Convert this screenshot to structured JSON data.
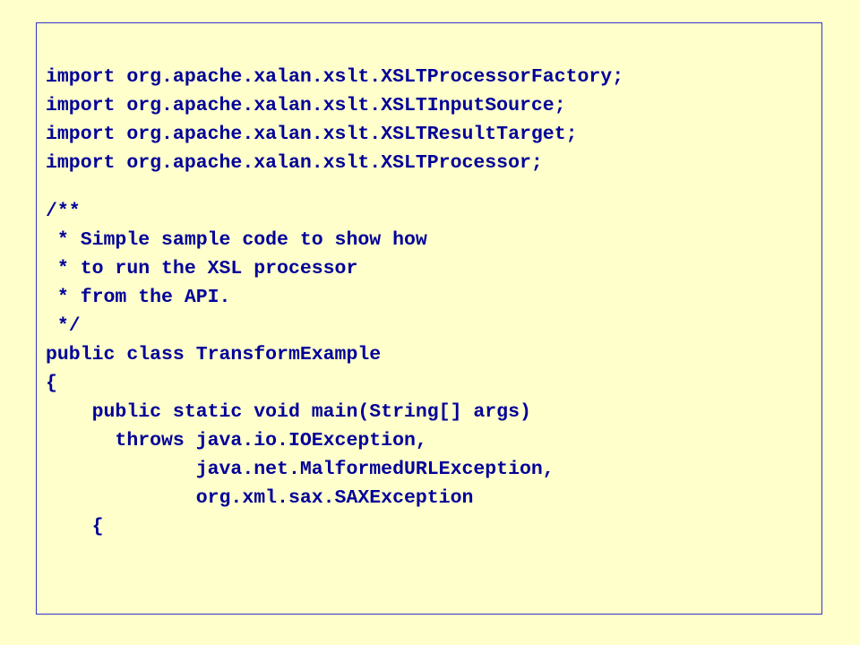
{
  "code": {
    "imports": [
      "import org.apache.xalan.xslt.XSLTProcessorFactory;",
      "import org.apache.xalan.xslt.XSLTInputSource;",
      "import org.apache.xalan.xslt.XSLTResultTarget;",
      "import org.apache.xalan.xslt.XSLTProcessor;"
    ],
    "body": [
      "/**",
      " * Simple sample code to show how",
      " * to run the XSL processor",
      " * from the API.",
      " */",
      "public class TransformExample",
      "{",
      "    public static void main(String[] args)",
      "      throws java.io.IOException,",
      "             java.net.MalformedURLException,",
      "             org.xml.sax.SAXException",
      "    {"
    ]
  },
  "colors": {
    "background": "#ffffcc",
    "text": "#000099",
    "border": "#3333cc"
  }
}
